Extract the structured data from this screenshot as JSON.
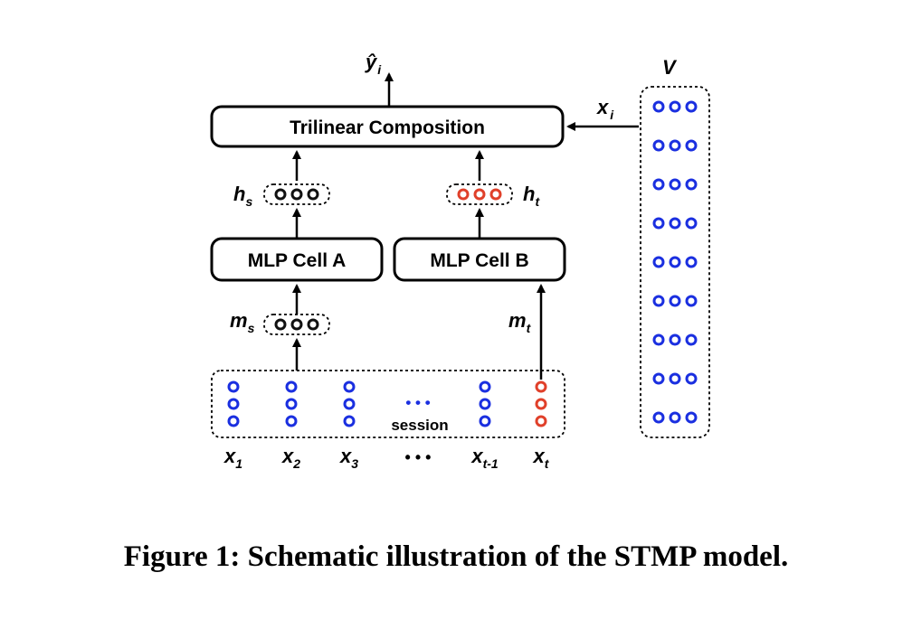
{
  "colors": {
    "item": "#1a2fe0",
    "last": "#e0402a",
    "neutral": "#111111"
  },
  "boxes": {
    "trilinear": "Trilinear Composition",
    "mlp_a": "MLP Cell A",
    "mlp_b": "MLP Cell B"
  },
  "labels": {
    "y_hat": "ŷ",
    "y_sub": "i",
    "x_in": "x",
    "x_in_sub": "i",
    "v": "V",
    "hs": "h",
    "hs_sub": "s",
    "ht": "h",
    "ht_sub": "t",
    "ms": "m",
    "ms_sub": "s",
    "mt": "m",
    "mt_sub": "t",
    "session": "session",
    "ellipsis": "• • •"
  },
  "inputs": [
    {
      "label": "x",
      "sub": "1"
    },
    {
      "label": "x",
      "sub": "2"
    },
    {
      "label": "x",
      "sub": "3"
    },
    {
      "label": "• • •",
      "sub": ""
    },
    {
      "label": "x",
      "sub": "t-1"
    },
    {
      "label": "x",
      "sub": "t"
    }
  ],
  "caption": "Figure 1: Schematic illustration of the STMP model."
}
